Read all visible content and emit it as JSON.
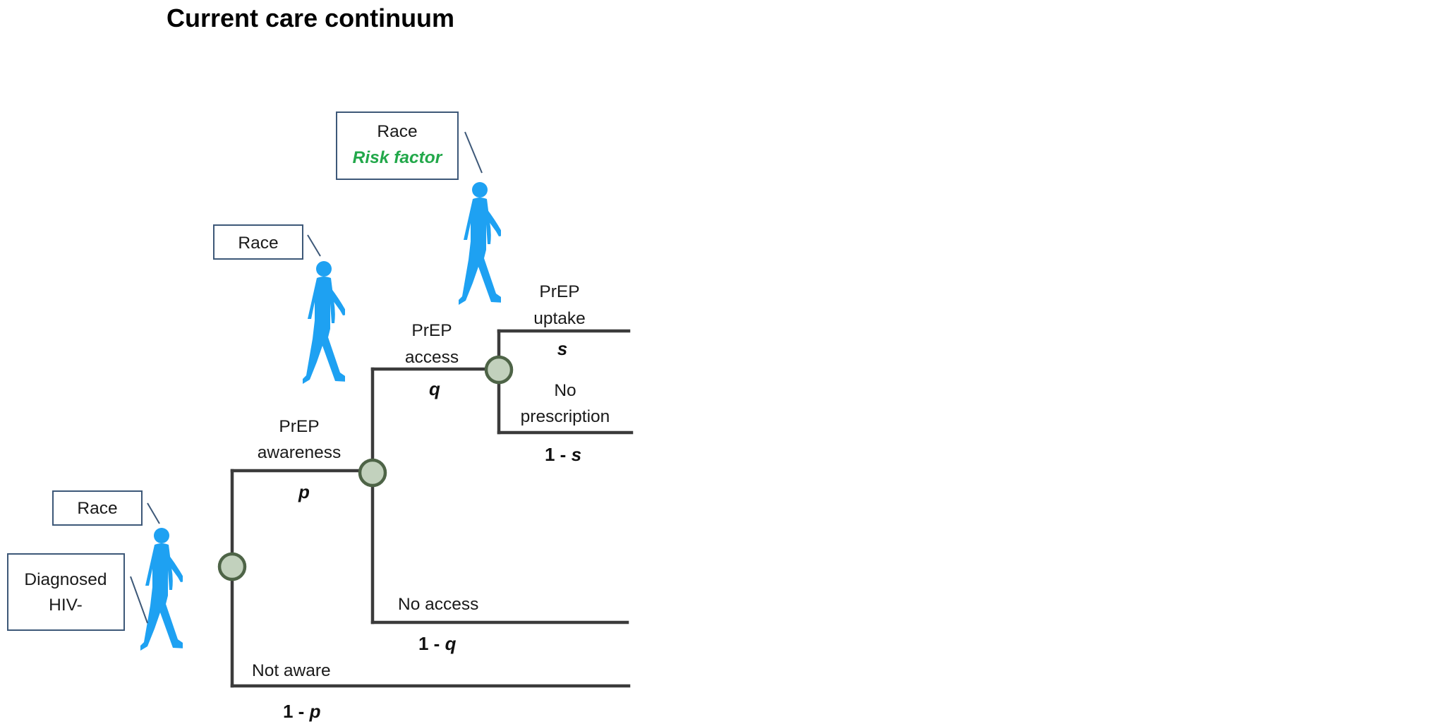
{
  "title": "Current care continuum",
  "colors": {
    "person": "#1ea1f2",
    "node_fill": "#c2d1bd",
    "node_stroke": "#4e6447",
    "tree_line": "#3b3b3b",
    "callout_border": "#3d5878",
    "risk_factor_text": "#22a84a"
  },
  "icons": [
    "walking-person-icon"
  ],
  "callouts": {
    "race_1": "Race",
    "diagnosed_line1": "Diagnosed",
    "diagnosed_line2": "HIV-",
    "race_2": "Race",
    "race_3": "Race",
    "risk_factor": "Risk factor"
  },
  "branches": {
    "awareness": {
      "line1": "PrEP",
      "line2": "awareness",
      "prob": "p"
    },
    "not_aware": {
      "label": "Not aware",
      "prob_prefix": "1 - ",
      "prob_var": "p"
    },
    "access": {
      "line1": "PrEP",
      "line2": "access",
      "prob": "q"
    },
    "no_access": {
      "label": "No access",
      "prob_prefix": "1 - ",
      "prob_var": "q"
    },
    "uptake": {
      "line1": "PrEP",
      "line2": "uptake",
      "prob": "s"
    },
    "no_prescription": {
      "line1": "No",
      "line2": "prescription",
      "prob_prefix": "1 - ",
      "prob_var": "s"
    }
  }
}
